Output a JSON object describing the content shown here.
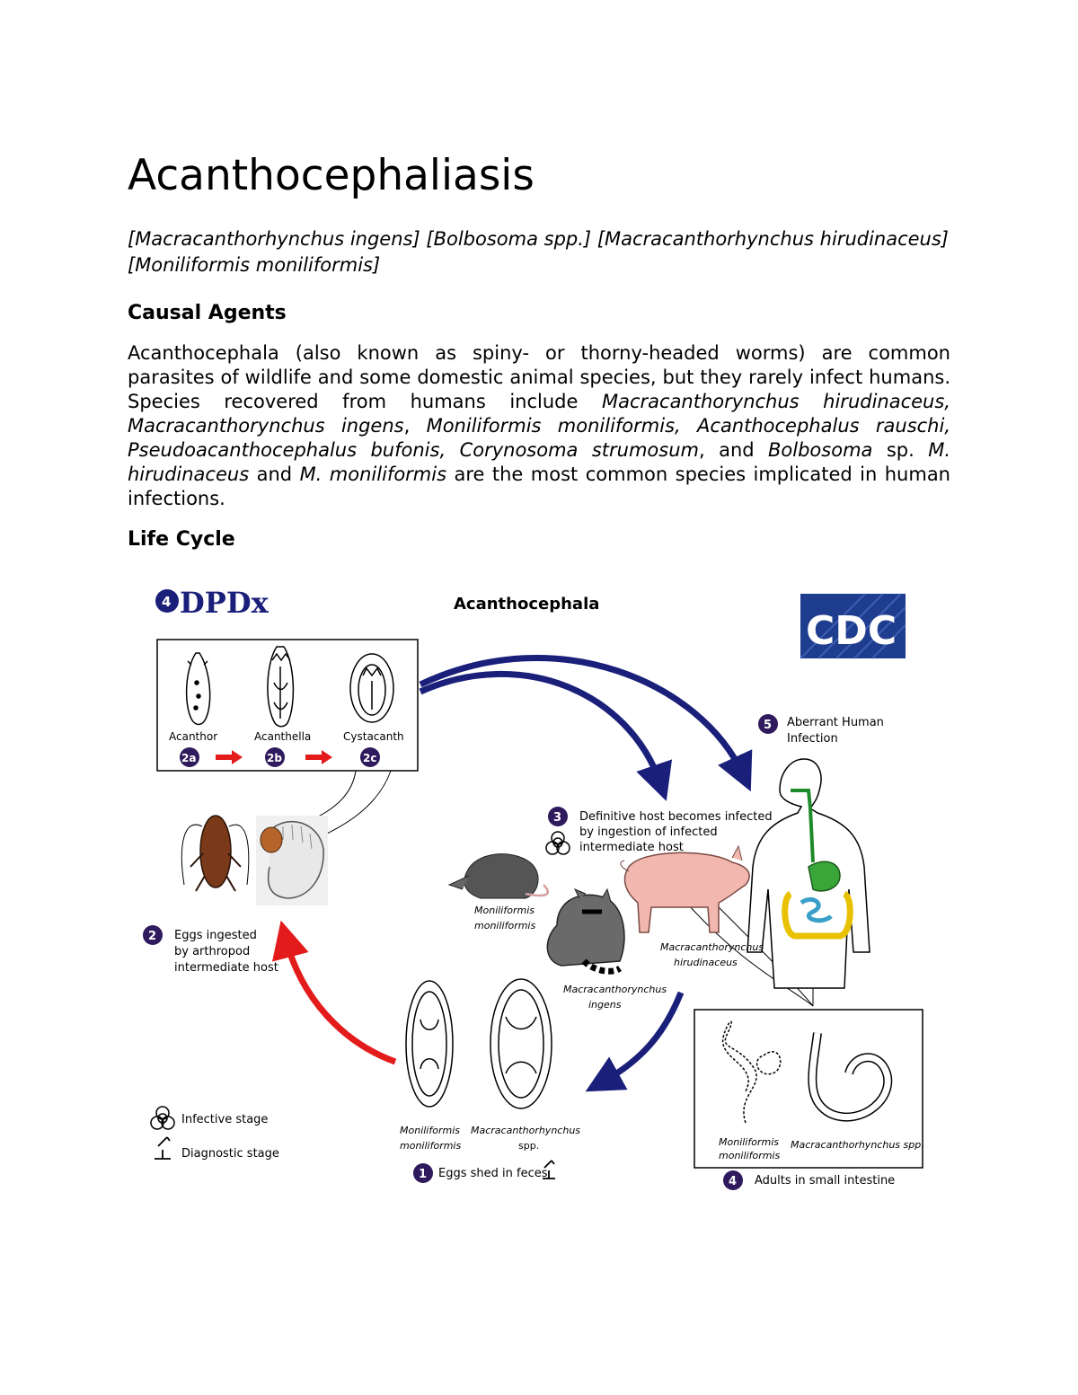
{
  "document": {
    "title": "Acanthocephaliasis",
    "species_line": "[Macracanthorhynchus ingens] [Bolbosoma spp.] [Macracanthorhynchus hirudinaceus] [Moniliformis moniliformis]",
    "causal_heading": "Causal Agents",
    "causal_text": {
      "p1": "Acanthocephala (also known as spiny- or thorny-headed worms) are common parasites of wildlife and some domestic animal species, but they rarely infect humans. Species recovered from humans include ",
      "sp1": "Macracanthorynchus hirudinaceus,",
      "sp2": "Macracanthorynchus ingens",
      "sp3": "Moniliformis moniliformis,",
      "sp4": "Acanthocephalus rauschi,",
      "sp5": "Pseudoacanthocephalus bufonis,",
      "sp6": "Corynosoma strumosum",
      "and1": ", and ",
      "sp7": "Bolbosoma",
      "sp_suffix": " sp. ",
      "sp8": "M. hirudinaceus",
      "and2": " and ",
      "sp9": "M. moniliformis",
      "tail": " are the most common species implicated in human infections.",
      "comma": ", ",
      "space": " "
    },
    "lifecycle_heading": "Life Cycle"
  },
  "diagram": {
    "logo_left": "DPDx",
    "logo_right": "CDC",
    "title": "Acanthocephala",
    "stages": {
      "s2a": "2a",
      "s2b": "2b",
      "s2c": "2c",
      "l2a": "Acanthor",
      "l2b": "Acanthella",
      "l2c": "Cystacanth"
    },
    "steps": {
      "n1": "1",
      "t1": "Eggs shed in feces",
      "n2": "2",
      "t2a": "Eggs ingested",
      "t2b": "by arthropod",
      "t2c": "intermediate host",
      "n3": "3",
      "t3a": "Definitive host becomes infected",
      "t3b": "by ingestion of infected",
      "t3c": "intermediate host",
      "n4": "4",
      "t4": "Adults in small intestine",
      "n5": "5",
      "t5a": "Aberrant Human",
      "t5b": "Infection"
    },
    "animals": {
      "rat_a": "Moniliformis",
      "rat_b": "moniliformis",
      "pig_a": "Macracanthorynchus",
      "pig_b": "hirudinaceus",
      "raccoon_a": "Macracanthorynchus",
      "raccoon_b": "ingens"
    },
    "eggs": {
      "e1a": "Moniliformis",
      "e1b": "moniliformis",
      "e2a": "Macracanthorhynchus",
      "e2b": "spp."
    },
    "adults": {
      "a1a": "Moniliformis",
      "a1b": "moniliformis",
      "a2": "Macracanthorhynchus spp."
    },
    "legend": {
      "infective": "Infective stage",
      "diagnostic": "Diagnostic stage"
    },
    "colors": {
      "dark_blue": "#1a1f7a",
      "red": "#e31b1b",
      "step_circle": "#2e1a5c",
      "cdc_blue": "#1f3d8f"
    }
  }
}
